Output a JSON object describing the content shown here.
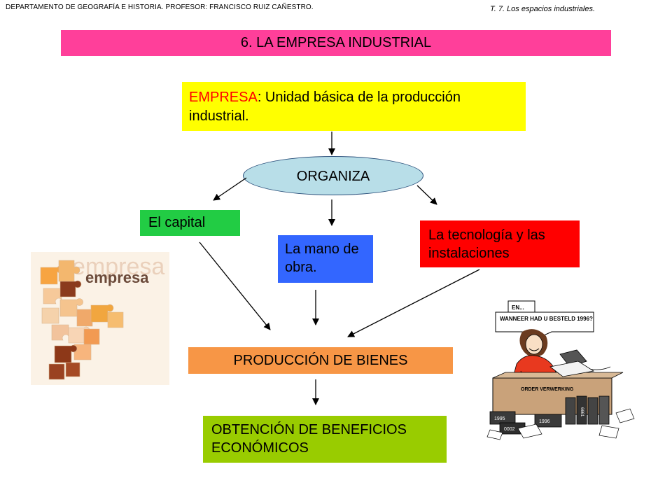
{
  "header": {
    "left": "DEPARTAMENTO DE GEOGRAFÍA E HISTORIA. PROFESOR: FRANCISCO RUIZ CAÑESTRO.",
    "right": "T. 7. Los espacios industriales."
  },
  "title": "6. LA EMPRESA INDUSTRIAL",
  "definition": {
    "keyword": "EMPRESA",
    "text": ": Unidad básica de la producción industrial."
  },
  "nodes": {
    "organiza": "ORGANIZA",
    "capital": "El capital",
    "mano_obra": "La mano de obra.",
    "tecnologia": "La tecnología y las instalaciones",
    "produccion": "PRODUCCIÓN DE BIENES",
    "beneficios": "OBTENCIÓN DE BENEFICIOS ECONÓMICOS"
  },
  "images": {
    "puzzle": {
      "words": [
        "empresa",
        "empresa"
      ],
      "icon": "puzzle-pieces-icon"
    },
    "cartoon": {
      "bubble": "EN...",
      "caption": "WANNEER HAD U BESTELD 1996?",
      "desk_label": "ORDER VERWERKING",
      "files": [
        "1995",
        "0002",
        "1996",
        "6661"
      ],
      "icon": "office-worker-cartoon-icon"
    }
  }
}
